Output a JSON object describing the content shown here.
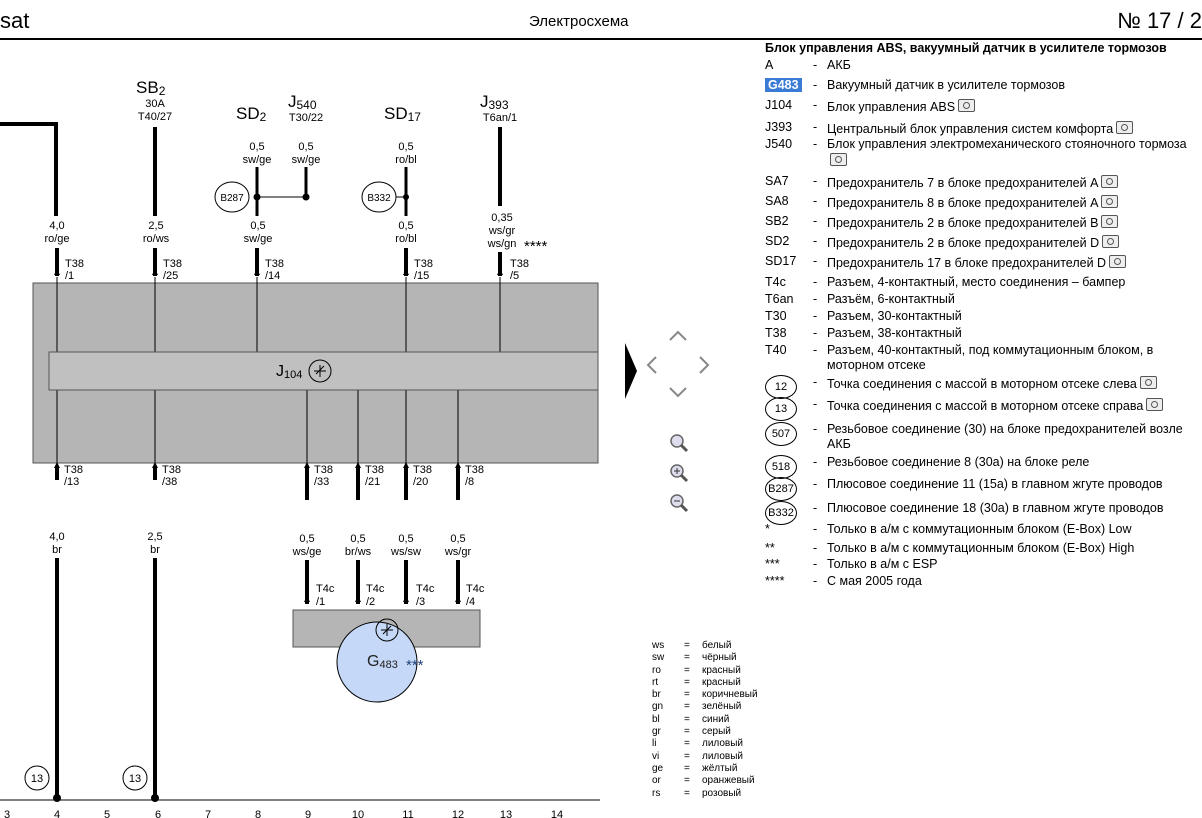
{
  "header": {
    "left": "sat",
    "center": "Электросхема",
    "right": "№  17 / 2"
  },
  "supply_labels": {
    "sb2": {
      "name": "SB",
      "sub": "2",
      "line2": "30A",
      "line3": "T40/27"
    },
    "sd2": {
      "name": "SD",
      "sub": "2"
    },
    "j540": {
      "name": "J",
      "sub": "540",
      "line2": "T30/22"
    },
    "sd17": {
      "name": "SD",
      "sub": "17"
    },
    "j393": {
      "name": "J",
      "sub": "393",
      "line2": "T6an/1"
    }
  },
  "wires_top": [
    {
      "id": "sd2",
      "size": "0,5",
      "color": "sw/ge"
    },
    {
      "id": "j540",
      "size": "0,5",
      "color": "sw/ge"
    },
    {
      "id": "sd17",
      "size": "0,5",
      "color": "ro/bl"
    }
  ],
  "wires_mid": [
    {
      "id": "w4",
      "size": "4,0",
      "color": "ro/ge"
    },
    {
      "id": "w6",
      "size": "2,5",
      "color": "ro/ws"
    },
    {
      "id": "w8",
      "size": "0,5",
      "color": "sw/ge"
    },
    {
      "id": "w11",
      "size": "0,5",
      "color": "ro/bl"
    },
    {
      "id": "w13",
      "size": "0,35",
      "color1": "ws/gr",
      "color2": "ws/gn",
      "mark": "****"
    }
  ],
  "connectors_top": [
    {
      "pin": "T38",
      "sub": "/1"
    },
    {
      "pin": "T38",
      "sub": "/25"
    },
    {
      "pin": "T38",
      "sub": "/14"
    },
    {
      "pin": "T38",
      "sub": "/15"
    },
    {
      "pin": "T38",
      "sub": "/5"
    }
  ],
  "splices": {
    "b287": "B287",
    "b332": "B332"
  },
  "module": {
    "name": "J",
    "sub": "104"
  },
  "connectors_bottom": [
    {
      "pin": "T38",
      "sub": "/13"
    },
    {
      "pin": "T38",
      "sub": "/38"
    },
    {
      "pin": "T38",
      "sub": "/33"
    },
    {
      "pin": "T38",
      "sub": "/21"
    },
    {
      "pin": "T38",
      "sub": "/20"
    },
    {
      "pin": "T38",
      "sub": "/8"
    }
  ],
  "wires_bottom": [
    {
      "size": "4,0",
      "color": "br"
    },
    {
      "size": "2,5",
      "color": "br"
    },
    {
      "size": "0,5",
      "color": "ws/ge"
    },
    {
      "size": "0,5",
      "color": "br/ws"
    },
    {
      "size": "0,5",
      "color": "ws/sw"
    },
    {
      "size": "0,5",
      "color": "ws/gr"
    }
  ],
  "connectors_t4c": [
    {
      "pin": "T4c",
      "sub": "/1"
    },
    {
      "pin": "T4c",
      "sub": "/2"
    },
    {
      "pin": "T4c",
      "sub": "/3"
    },
    {
      "pin": "T4c",
      "sub": "/4"
    }
  ],
  "sensor": {
    "name": "G",
    "sub": "483",
    "mark": "***"
  },
  "grounds": [
    "13",
    "13"
  ],
  "ruler": [
    "3",
    "4",
    "5",
    "6",
    "7",
    "8",
    "9",
    "10",
    "11",
    "12",
    "13",
    "14"
  ],
  "legend": {
    "title": "Блок управления ABS, вакуумный датчик в усилителе тормозов",
    "items": [
      {
        "code": "A",
        "desc": "АКБ"
      },
      {
        "code": "G483",
        "desc": "Вакуумный датчик в усилителе тормозов",
        "highlight": true
      },
      {
        "code": "J104",
        "desc": "Блок управления ABS",
        "camera": true
      },
      {
        "code": "J393",
        "desc": "Центральный блок управления систем комфорта",
        "camera": true
      },
      {
        "code": "J540",
        "desc": "Блок управления электромеханического стояночного тормоза",
        "camera": true
      },
      {
        "code": "SA7",
        "desc": "Предохранитель 7 в блоке предохранителей A",
        "camera": true
      },
      {
        "code": "SA8",
        "desc": "Предохранитель 8 в блоке предохранителей A",
        "camera": true
      },
      {
        "code": "SB2",
        "desc": "Предохранитель 2 в блоке предохранителей B",
        "camera": true
      },
      {
        "code": "SD2",
        "desc": "Предохранитель 2 в блоке предохранителей D",
        "camera": true
      },
      {
        "code": "SD17",
        "desc": "Предохранитель 17 в блоке предохранителей D",
        "camera": true
      },
      {
        "code": "T4c",
        "desc": "Разъем, 4-контактный, место соединения – бампер"
      },
      {
        "code": "T6an",
        "desc": "Разъём, 6-контактный"
      },
      {
        "code": "T30",
        "desc": "Разъем, 30-контактный"
      },
      {
        "code": "T38",
        "desc": "Разъем, 38-контактный"
      },
      {
        "code": "T40",
        "desc": "Разъем, 40-контактный, под коммутационным блоком, в моторном отсеке"
      },
      {
        "code": "12",
        "desc": "Точка соединения с массой в моторном отсеке слева",
        "camera": true,
        "circle": true
      },
      {
        "code": "13",
        "desc": "Точка соединения с массой в моторном отсеке справа",
        "camera": true,
        "circle": true
      },
      {
        "code": "507",
        "desc": "Резьбовое соединение (30) на блоке предохранителей возле АКБ",
        "circle": true
      },
      {
        "code": "518",
        "desc": "Резьбовое соединение 8 (30a) на блоке реле",
        "circle": true
      },
      {
        "code": "B287",
        "desc": "Плюсовое соединение 11 (15a) в главном жгуте проводов",
        "circle": true
      },
      {
        "code": "B332",
        "desc": "Плюсовое соединение 18 (30a) в главном жгуте проводов",
        "circle": true
      },
      {
        "code": "*",
        "desc": "Только в а/м с коммутационным блоком (E-Box) Low"
      },
      {
        "code": "**",
        "desc": "Только в а/м с коммутационным блоком (E-Box) High"
      },
      {
        "code": "***",
        "desc": "Только в а/м с ESP"
      },
      {
        "code": "****",
        "desc": "С мая 2005 года"
      }
    ]
  },
  "color_codes": [
    {
      "k": "ws",
      "v": "белый"
    },
    {
      "k": "sw",
      "v": "чёрный"
    },
    {
      "k": "ro",
      "v": "красный"
    },
    {
      "k": "rt",
      "v": "красный"
    },
    {
      "k": "br",
      "v": "коричневый"
    },
    {
      "k": "gn",
      "v": "зелёный"
    },
    {
      "k": "bl",
      "v": "синий"
    },
    {
      "k": "gr",
      "v": "серый"
    },
    {
      "k": "li",
      "v": "лиловый"
    },
    {
      "k": "vi",
      "v": "лиловый"
    },
    {
      "k": "ge",
      "v": "жёлтый"
    },
    {
      "k": "or",
      "v": "оранжевый"
    },
    {
      "k": "rs",
      "v": "розовый"
    }
  ],
  "colors": {
    "module_fill": "#b5b5b5",
    "sensor_fill": "#c5d8f7",
    "highlight": "#3a7bd5"
  }
}
